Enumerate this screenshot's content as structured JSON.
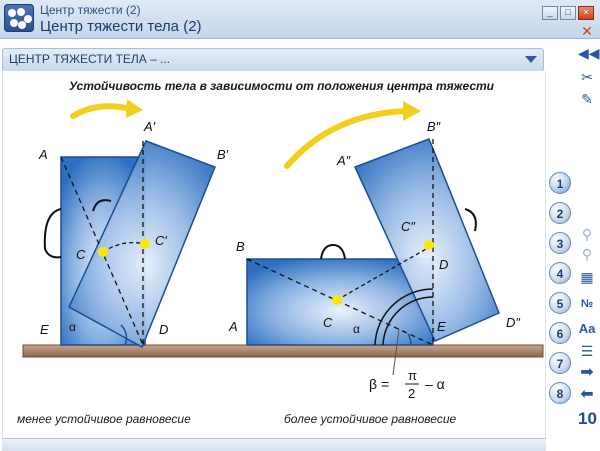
{
  "window": {
    "subtitle": "Центр тяжести (2)",
    "title": "Центр тяжести тела (2)",
    "controls": {
      "minimize": "_",
      "maximize": "□",
      "close": "×"
    }
  },
  "panel": {
    "title": "ЦЕНТР ТЯЖЕСТИ ТЕЛА – ..."
  },
  "diagram": {
    "caption": "Устойчивость тела в зависимости от положения центра тяжести",
    "left_labels": {
      "A": "A",
      "A1": "A′",
      "B1": "B′",
      "C": "C",
      "C1": "C′",
      "E": "E",
      "D": "D",
      "alpha": "α"
    },
    "right_labels": {
      "B": "B",
      "A2": "A″",
      "B2": "B″",
      "C": "C",
      "C2": "C″",
      "D": "D",
      "A": "A",
      "E": "E",
      "D2": "D″",
      "alpha": "α"
    },
    "formula": {
      "beta": "β =",
      "pi": "π",
      "two": "2",
      "minus_alpha": "– α"
    },
    "left_caption": "менее устойчивое равновесие",
    "right_caption": "более устойчивое равновесие",
    "colors": {
      "box": "#2d6fc0",
      "box_light": "#bfd6f2",
      "arrow": "#f1cf1a",
      "table": "#a8826a",
      "dot": "#ffe600"
    }
  },
  "navigation": {
    "steps": [
      "1",
      "2",
      "3",
      "4",
      "5",
      "6",
      "7",
      "8"
    ],
    "active_step": "1",
    "icons": [
      "close-x-icon",
      "rewind-icon",
      "tools-icon",
      "pen-icon",
      "zoom-in-icon",
      "zoom-out-icon",
      "calendar-icon",
      "number-icon",
      "font-icon",
      "list-icon",
      "forward-arrow-icon",
      "back-arrow-icon"
    ],
    "font_label": "Aa",
    "number_label": "№",
    "page_count": "10"
  }
}
